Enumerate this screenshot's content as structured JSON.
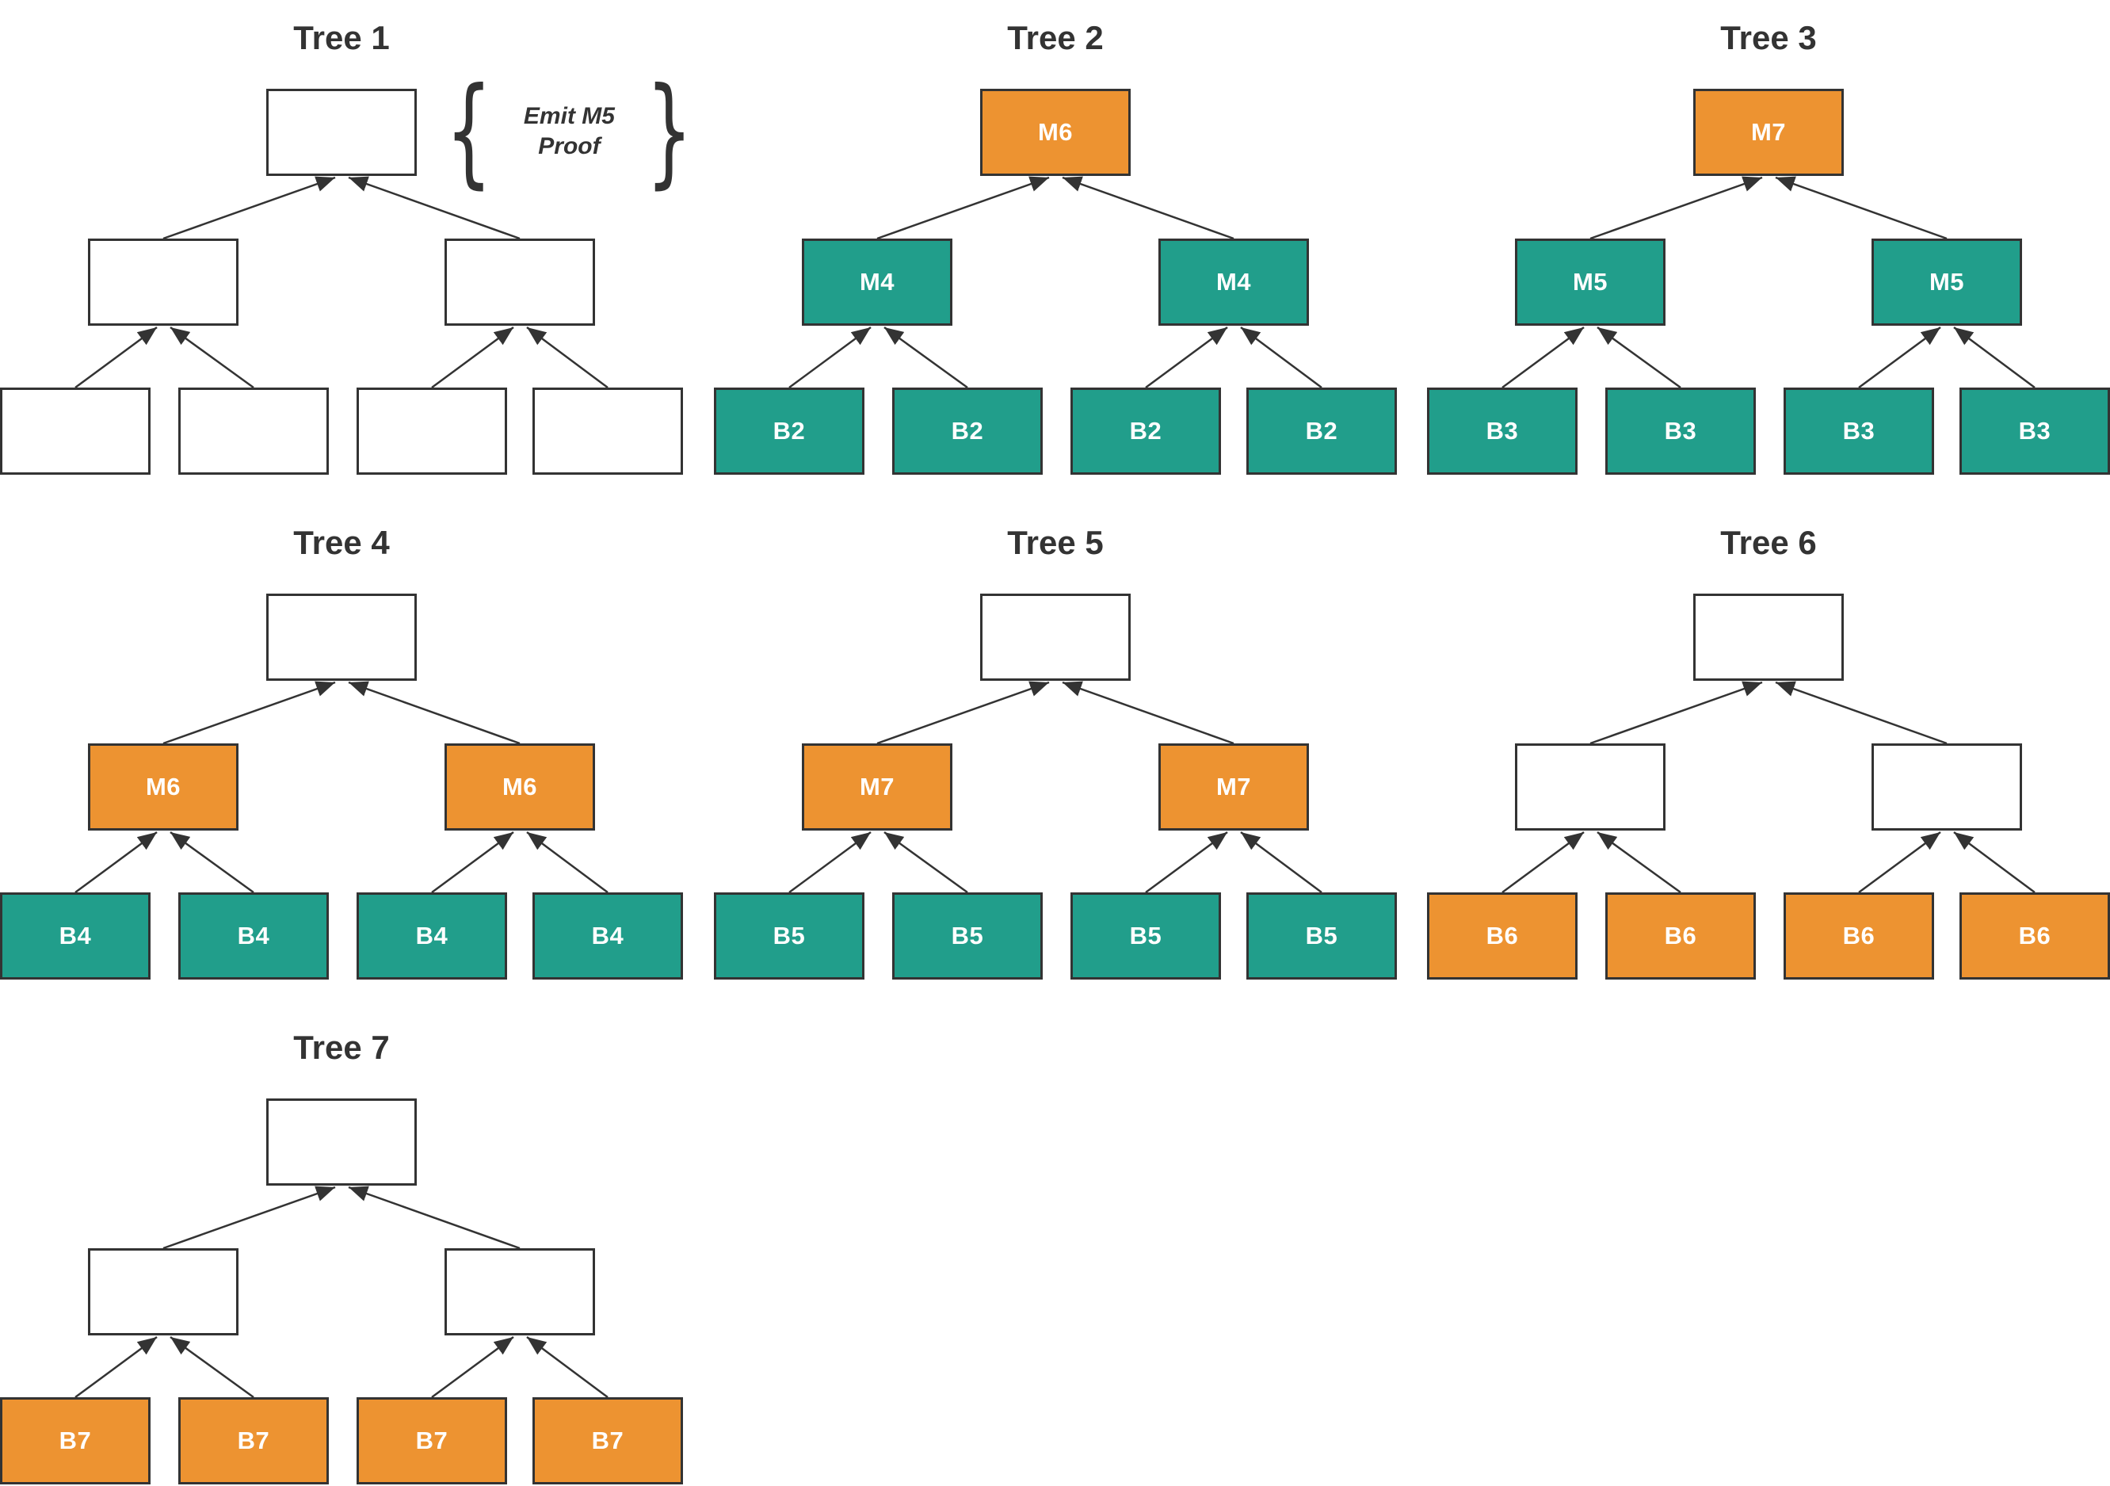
{
  "palette": {
    "teal": "#219E8B",
    "orange": "#ED9331",
    "node_border": "#333333",
    "arrow": "#333333",
    "title_text": "#333333",
    "node_label_text": "#FFFFFF",
    "background": "#FFFFFF"
  },
  "annotation": {
    "brace_left": "{",
    "line1": "Emit M5",
    "line2": "Proof",
    "brace_right": "}"
  },
  "trees": [
    {
      "title": "Tree 1",
      "root": {
        "label": "",
        "color": "white"
      },
      "middles": [
        {
          "label": "",
          "color": "white"
        },
        {
          "label": "",
          "color": "white"
        }
      ],
      "leaves": [
        {
          "label": "",
          "color": "white"
        },
        {
          "label": "",
          "color": "white"
        },
        {
          "label": "",
          "color": "white"
        },
        {
          "label": "",
          "color": "white"
        }
      ]
    },
    {
      "title": "Tree 2",
      "root": {
        "label": "M6",
        "color": "orange"
      },
      "middles": [
        {
          "label": "M4",
          "color": "teal"
        },
        {
          "label": "M4",
          "color": "teal"
        }
      ],
      "leaves": [
        {
          "label": "B2",
          "color": "teal"
        },
        {
          "label": "B2",
          "color": "teal"
        },
        {
          "label": "B2",
          "color": "teal"
        },
        {
          "label": "B2",
          "color": "teal"
        }
      ]
    },
    {
      "title": "Tree 3",
      "root": {
        "label": "M7",
        "color": "orange"
      },
      "middles": [
        {
          "label": "M5",
          "color": "teal"
        },
        {
          "label": "M5",
          "color": "teal"
        }
      ],
      "leaves": [
        {
          "label": "B3",
          "color": "teal"
        },
        {
          "label": "B3",
          "color": "teal"
        },
        {
          "label": "B3",
          "color": "teal"
        },
        {
          "label": "B3",
          "color": "teal"
        }
      ]
    },
    {
      "title": "Tree 4",
      "root": {
        "label": "",
        "color": "white"
      },
      "middles": [
        {
          "label": "M6",
          "color": "orange"
        },
        {
          "label": "M6",
          "color": "orange"
        }
      ],
      "leaves": [
        {
          "label": "B4",
          "color": "teal"
        },
        {
          "label": "B4",
          "color": "teal"
        },
        {
          "label": "B4",
          "color": "teal"
        },
        {
          "label": "B4",
          "color": "teal"
        }
      ]
    },
    {
      "title": "Tree 5",
      "root": {
        "label": "",
        "color": "white"
      },
      "middles": [
        {
          "label": "M7",
          "color": "orange"
        },
        {
          "label": "M7",
          "color": "orange"
        }
      ],
      "leaves": [
        {
          "label": "B5",
          "color": "teal"
        },
        {
          "label": "B5",
          "color": "teal"
        },
        {
          "label": "B5",
          "color": "teal"
        },
        {
          "label": "B5",
          "color": "teal"
        }
      ]
    },
    {
      "title": "Tree 6",
      "root": {
        "label": "",
        "color": "white"
      },
      "middles": [
        {
          "label": "",
          "color": "white"
        },
        {
          "label": "",
          "color": "white"
        }
      ],
      "leaves": [
        {
          "label": "B6",
          "color": "orange"
        },
        {
          "label": "B6",
          "color": "orange"
        },
        {
          "label": "B6",
          "color": "orange"
        },
        {
          "label": "B6",
          "color": "orange"
        }
      ]
    },
    {
      "title": "Tree 7",
      "root": {
        "label": "",
        "color": "white"
      },
      "middles": [
        {
          "label": "",
          "color": "white"
        },
        {
          "label": "",
          "color": "white"
        }
      ],
      "leaves": [
        {
          "label": "B7",
          "color": "orange"
        },
        {
          "label": "B7",
          "color": "orange"
        },
        {
          "label": "B7",
          "color": "orange"
        },
        {
          "label": "B7",
          "color": "orange"
        }
      ]
    }
  ]
}
